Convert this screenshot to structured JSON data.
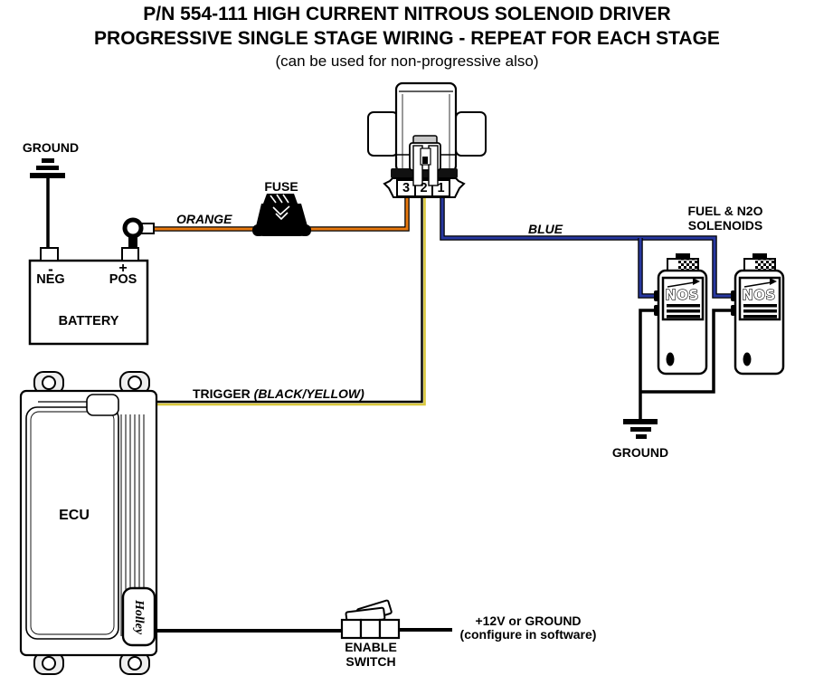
{
  "title": {
    "line1": "P/N 554-111 HIGH CURRENT NITROUS SOLENOID DRIVER",
    "line2": "PROGRESSIVE SINGLE STAGE WIRING - REPEAT FOR EACH STAGE",
    "line3": "(can be used for non-progressive also)"
  },
  "driver": {
    "pins": [
      "3",
      "2",
      "1"
    ]
  },
  "battery": {
    "neg_sign": "-",
    "neg_label": "NEG",
    "pos_sign": "+",
    "pos_label": "POS",
    "label": "BATTERY"
  },
  "labels": {
    "ground_top": "GROUND",
    "fuse": "FUSE",
    "orange": "ORANGE",
    "blue": "BLUE",
    "trigger": "TRIGGER",
    "trigger_color": "(BLACK/YELLOW)",
    "solenoids_line1": "FUEL & N2O",
    "solenoids_line2": "SOLENOIDS",
    "ground_bottom": "GROUND",
    "ecu": "ECU",
    "holley_logo": "Holley",
    "enable_line1": "ENABLE",
    "enable_line2": "SWITCH",
    "note_line1": "+12V or GROUND",
    "note_line2": "(configure in software)"
  },
  "nos_logo": "NOS",
  "colors": {
    "wire_orange": "#E8790F",
    "wire_yellow": "#D9C73C",
    "wire_blue": "#2838A0",
    "wire_black": "#000000"
  }
}
